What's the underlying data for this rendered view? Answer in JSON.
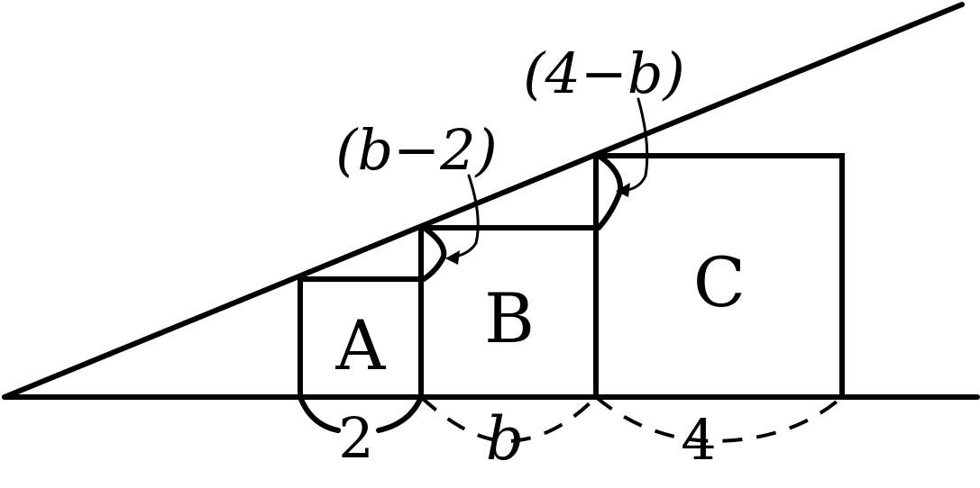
{
  "diagram": {
    "squares": [
      {
        "label": "A"
      },
      {
        "label": "B"
      },
      {
        "label": "C"
      }
    ],
    "bottom_labels": [
      "2",
      "b",
      "4"
    ],
    "top_labels": [
      "(b−2)",
      "(4−b)"
    ],
    "stroke_color": "#000000",
    "background": "#ffffff"
  }
}
